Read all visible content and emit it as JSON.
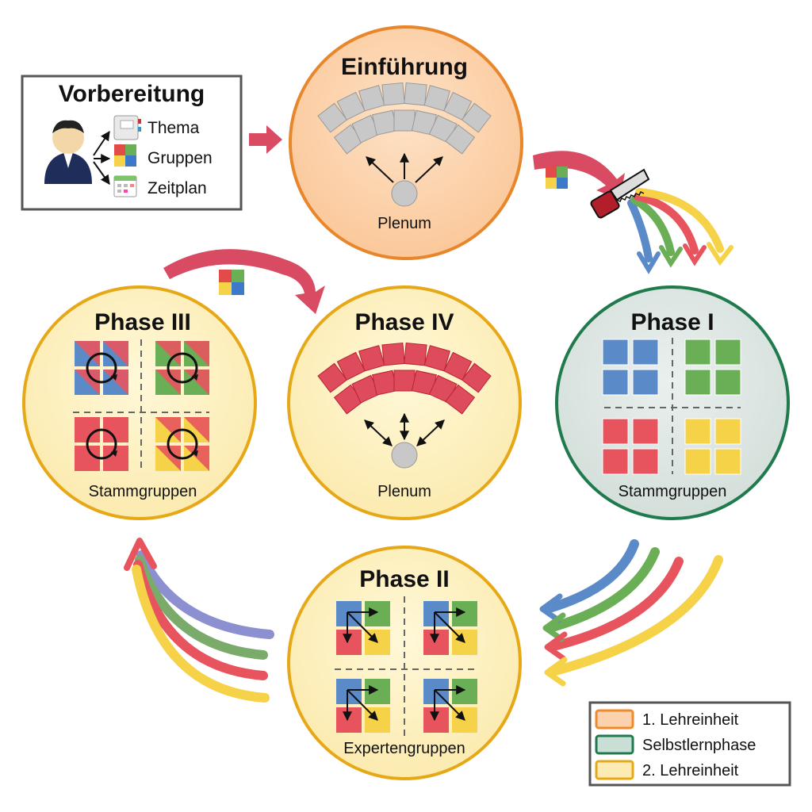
{
  "preparation": {
    "title": "Vorbereitung",
    "items": [
      "Thema",
      "Gruppen",
      "Zeitplan"
    ]
  },
  "intro": {
    "title": "Einführung",
    "label": "Plenum"
  },
  "phase1": {
    "title": "Phase I",
    "label": "Stammgruppen"
  },
  "phase2": {
    "title": "Phase II",
    "label": "Expertengruppen"
  },
  "phase3": {
    "title": "Phase III",
    "label": "Stammgruppen"
  },
  "phase4": {
    "title": "Phase IV",
    "label": "Plenum"
  },
  "legend": {
    "items": [
      {
        "label": "1. Lehreinheit",
        "color": "#f08a2a",
        "fill": "#fbd2ad"
      },
      {
        "label": "Selbstlernphase",
        "color": "#1f7a4d",
        "fill": "#c9dfd5"
      },
      {
        "label": "2. Lehreinheit",
        "color": "#e6a817",
        "fill": "#fcecb3"
      }
    ]
  },
  "colors": {
    "blue": "#5b8ac8",
    "green": "#6aae55",
    "red": "#e8545e",
    "yellow": "#f5d247",
    "arrow_pink": "#d94b63",
    "seat_gray": "#c8c8c8",
    "seat_red": "#dd4b5c"
  }
}
